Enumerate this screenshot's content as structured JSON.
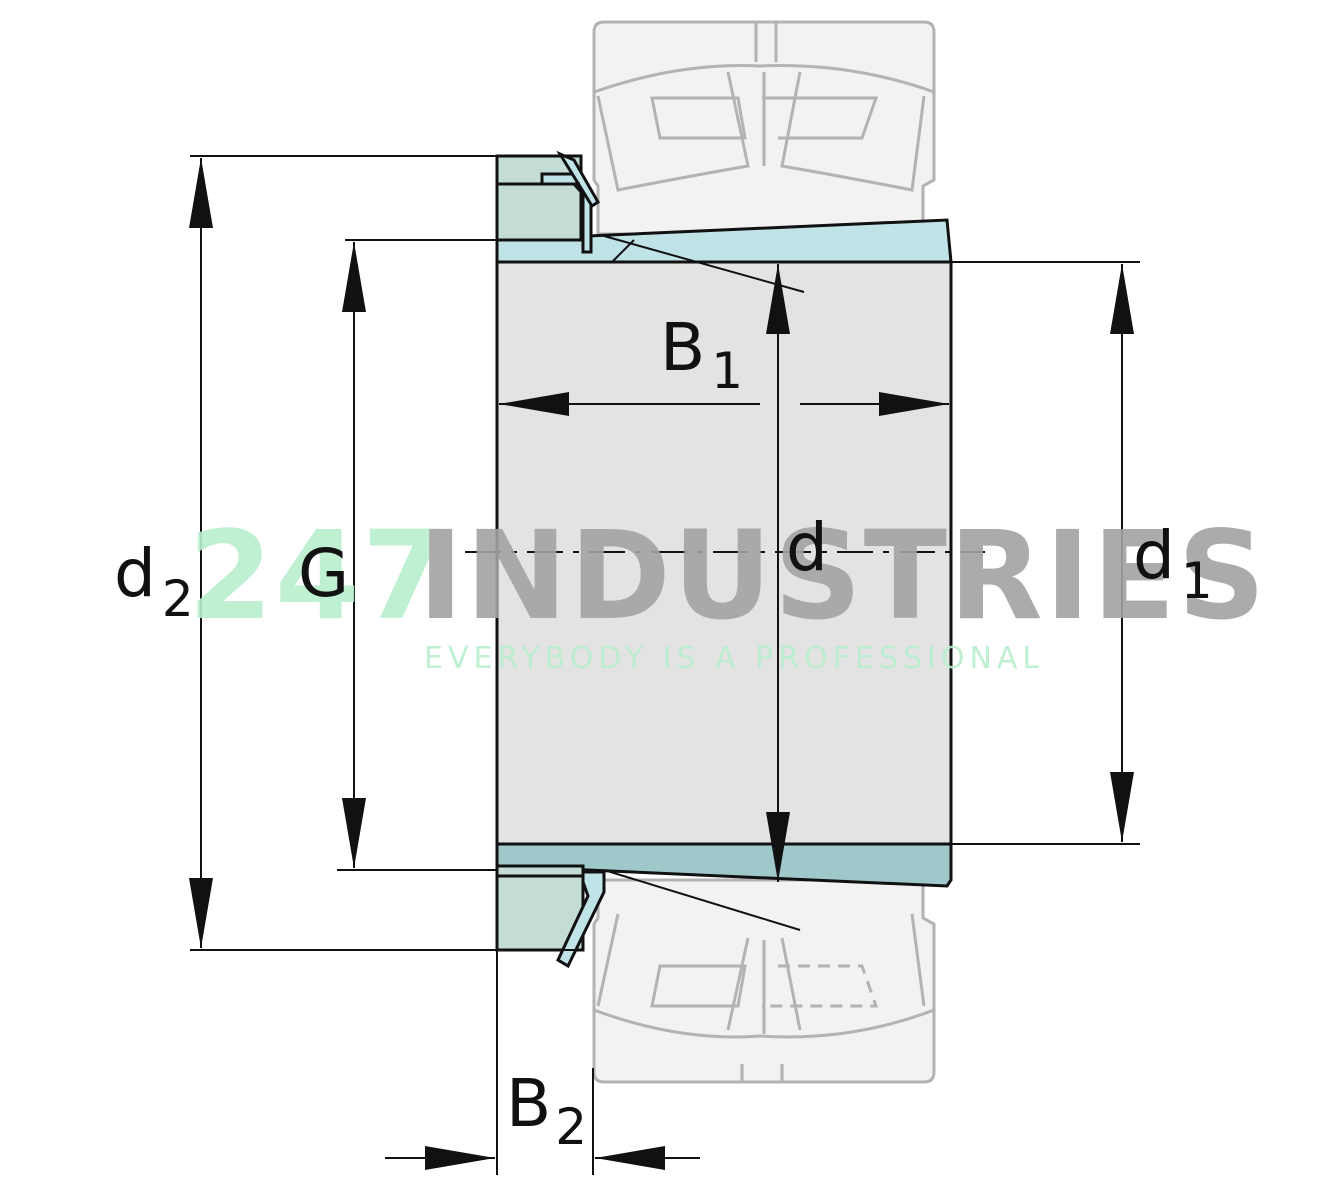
{
  "colors": {
    "sleeve_top": "#bfe3e6",
    "sleeve_bottom": "#9fc8cb",
    "bore": "#e3e3e3",
    "nut": "#c3ddd6",
    "bearing_ghost_fill": "#f2f2f2",
    "bearing_ghost_stroke": "#b3b3b3",
    "watermark_green": "#b9efce",
    "watermark_grey": "#a3a3a3",
    "line": "#111111"
  },
  "labels": {
    "B1": {
      "main": "B",
      "sub": "1"
    },
    "B2": {
      "main": "B",
      "sub": "2"
    },
    "d": {
      "main": "d"
    },
    "d1": {
      "main": "d",
      "sub": "1"
    },
    "d2": {
      "main": "d",
      "sub": "2"
    },
    "G": {
      "main": "G"
    }
  },
  "watermark": {
    "number": "247",
    "brand": "INDUSTRIES",
    "tagline": "EVERYBODY IS A PROFESSIONAL"
  }
}
